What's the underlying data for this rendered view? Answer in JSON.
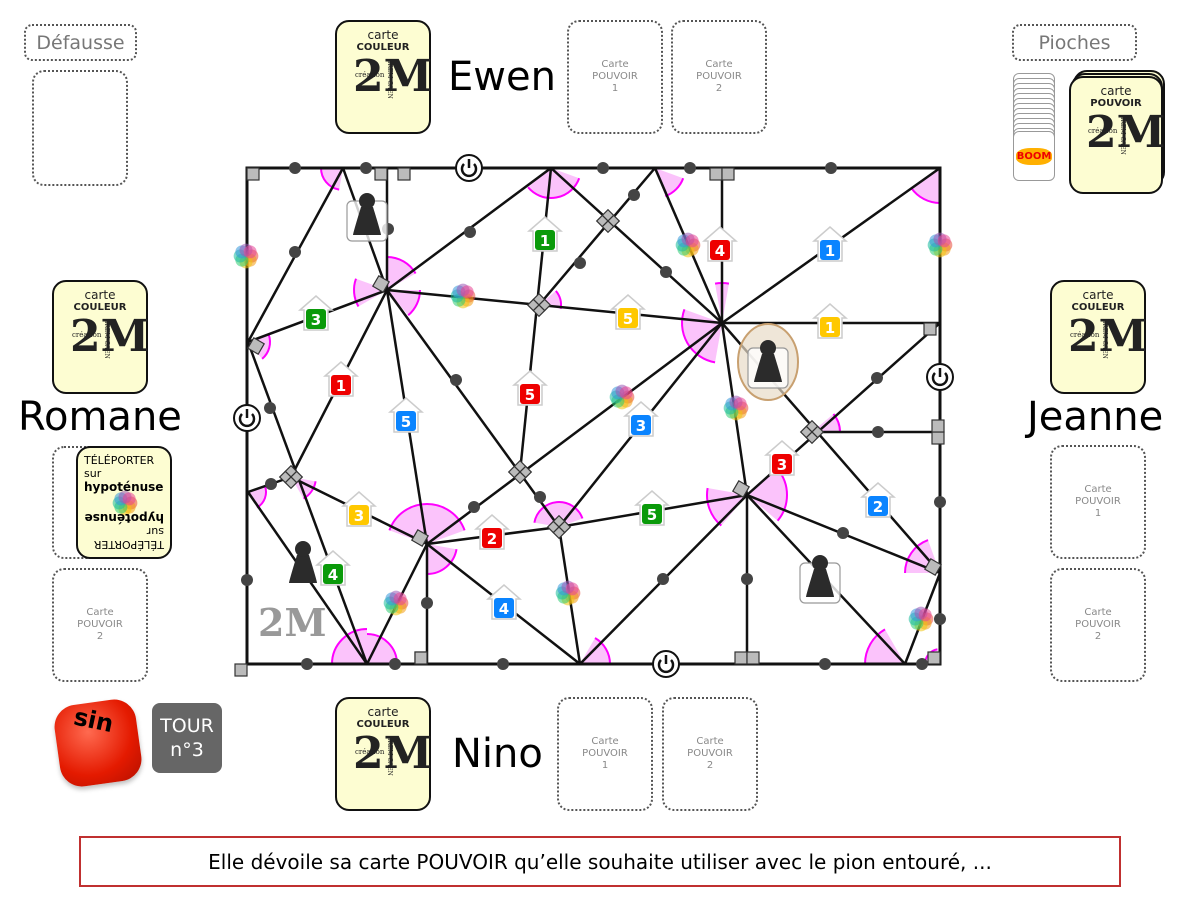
{
  "discard": {
    "label": "Défausse"
  },
  "decks": {
    "label": "Pioches",
    "boom_label": "BOOM",
    "power_deck": {
      "line1": "carte",
      "line2": "POUVOIR"
    }
  },
  "color_card": {
    "line1": "carte",
    "line2": "COULEUR",
    "logo_main": "2M",
    "logo_small": "création",
    "logo_side": "IREM CAEN"
  },
  "players": {
    "ewen": {
      "name": "Ewen",
      "slot1": [
        "Carte",
        "POUVOIR",
        "1"
      ],
      "slot2": [
        "Carte",
        "POUVOIR",
        "2"
      ]
    },
    "romane": {
      "name": "Romane",
      "slot2": [
        "Carte",
        "POUVOIR",
        "2"
      ],
      "revealed_card": {
        "line1": "TÉLÉPORTER sur",
        "line2": "hypoténuse"
      }
    },
    "jeanne": {
      "name": "Jeanne",
      "slot1": [
        "Carte",
        "POUVOIR",
        "1"
      ],
      "slot2": [
        "Carte",
        "POUVOIR",
        "2"
      ]
    },
    "nino": {
      "name": "Nino",
      "slot1": [
        "Carte",
        "POUVOIR",
        "1"
      ],
      "slot2": [
        "Carte",
        "POUVOIR",
        "2"
      ]
    }
  },
  "dice": {
    "face": "sin",
    "color": "#e41a00"
  },
  "turn": {
    "line1": "TOUR",
    "line2": "n°3"
  },
  "message": "Elle dévoile sa carte POUVOIR qu’elle souhaite utiliser avec le pion entouré, ...",
  "board": {
    "houses": [
      {
        "n": "1",
        "color": "#0a9a0a"
      },
      {
        "n": "4",
        "color": "#ee0000"
      },
      {
        "n": "1",
        "color": "#0a84ff"
      },
      {
        "n": "3",
        "color": "#0a9a0a"
      },
      {
        "n": "5",
        "color": "#ffc800"
      },
      {
        "n": "1",
        "color": "#ffc800"
      },
      {
        "n": "1",
        "color": "#ee0000"
      },
      {
        "n": "5",
        "color": "#ee0000"
      },
      {
        "n": "5",
        "color": "#0a84ff"
      },
      {
        "n": "3",
        "color": "#0a84ff"
      },
      {
        "n": "3",
        "color": "#ee0000"
      },
      {
        "n": "3",
        "color": "#ffc800"
      },
      {
        "n": "2",
        "color": "#ee0000"
      },
      {
        "n": "5",
        "color": "#0a9a0a"
      },
      {
        "n": "2",
        "color": "#0a84ff"
      },
      {
        "n": "4",
        "color": "#0a9a0a"
      },
      {
        "n": "4",
        "color": "#0a84ff"
      }
    ],
    "pawns": [
      {
        "state": "boxed"
      },
      {
        "state": "selected"
      },
      {
        "state": "plain"
      },
      {
        "state": "boxed"
      }
    ],
    "angle_color": "#ff00ff"
  }
}
